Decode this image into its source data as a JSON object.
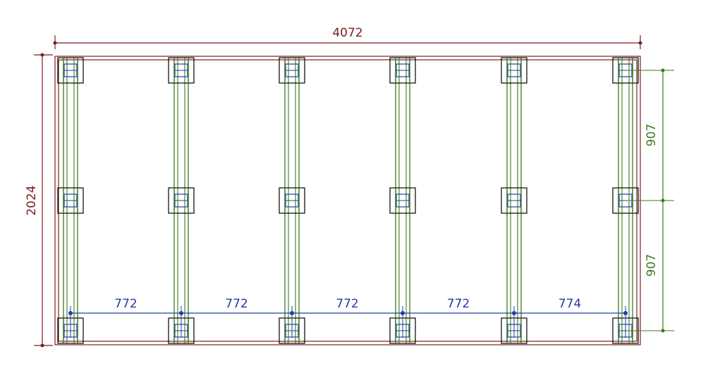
{
  "colors": {
    "frame": "#7a1f1f",
    "beam": "#3d7a1f",
    "block_outline": "#000000",
    "block_inner": "#1f3da8",
    "dimension_blue": "#1f3da8",
    "dimension_green": "#3d7a1f",
    "dimension_red": "#7a1f1f"
  },
  "dimensions": {
    "overall_width": "4072",
    "overall_height": "2024",
    "bay_spacings": [
      "772",
      "772",
      "772",
      "772",
      "774"
    ],
    "row_spacings": [
      "907",
      "907"
    ]
  },
  "layout": {
    "beam_count": 6,
    "support_rows": 3
  }
}
